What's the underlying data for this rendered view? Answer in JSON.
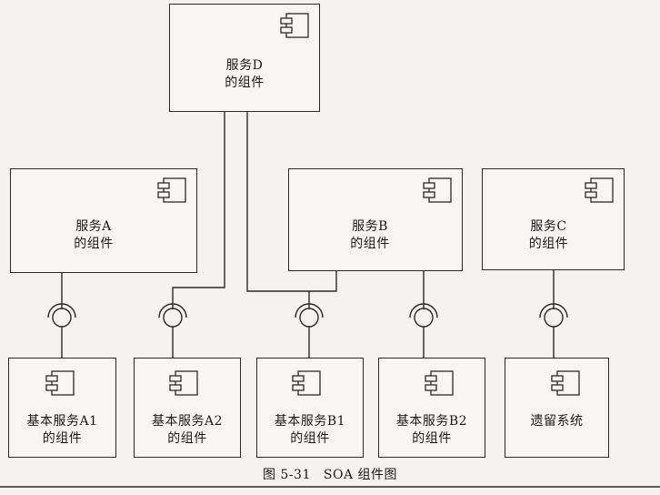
{
  "diagram": {
    "components": {
      "service_d": {
        "line1": "服务D",
        "line2": "的组件"
      },
      "service_a": {
        "line1": "服务A",
        "line2": "的组件"
      },
      "service_b": {
        "line1": "服务B",
        "line2": "的组件"
      },
      "service_c": {
        "line1": "服务C",
        "line2": "的组件"
      },
      "basic_a1": {
        "line1": "基本服务A1",
        "line2": "的组件"
      },
      "basic_a2": {
        "line1": "基本服务A2",
        "line2": "的组件"
      },
      "basic_b1": {
        "line1": "基本服务B1",
        "line2": "的组件"
      },
      "basic_b2": {
        "line1": "基本服务B2",
        "line2": "的组件"
      },
      "legacy": {
        "line1": "遗留系统"
      }
    },
    "connections": [
      {
        "provider": "basic_a1",
        "consumers": [
          "service_a"
        ]
      },
      {
        "provider": "basic_a2",
        "consumers": [
          "service_d"
        ]
      },
      {
        "provider": "basic_b1",
        "consumers": [
          "service_d",
          "service_b"
        ]
      },
      {
        "provider": "basic_b2",
        "consumers": [
          "service_b"
        ]
      },
      {
        "provider": "legacy",
        "consumers": [
          "service_c"
        ]
      }
    ],
    "colors": {
      "line": "#2a2a2a",
      "background": "#f4f3ef"
    }
  },
  "caption": {
    "number": "图 5-31",
    "title": "SOA 组件图"
  }
}
